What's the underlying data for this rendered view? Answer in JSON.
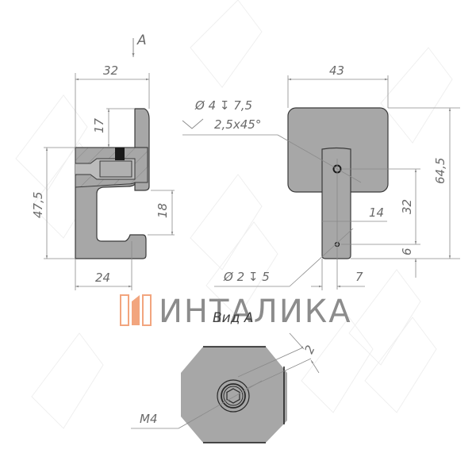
{
  "drawing": {
    "type": "technical-drawing",
    "subject": "bracket fitting with set screw, three views",
    "colors": {
      "part_fill": "#a7a7a7",
      "part_fill_light": "#b3b3b3",
      "outline": "#3a3a3a",
      "dim_line": "#8a8a8a",
      "dim_text": "#6a6a6a",
      "logo_orange": "#f2a57e",
      "logo_gray": "#8c8c8c",
      "watermark": "#eeeeee"
    },
    "side_view": {
      "view_arrow_label": "A",
      "dimensions": {
        "overall_width": "32",
        "top_height": "17",
        "overall_height": "47,5",
        "slot_height": "18",
        "bottom_width": "24"
      }
    },
    "front_view": {
      "dimensions": {
        "overall_width": "43",
        "overall_height": "64,5",
        "hole_spacing": "32",
        "stem_width": "14",
        "bottom_offset": "6",
        "half_width": "7"
      },
      "callouts": {
        "hole_large": "Ø 4 ↧ 7,5",
        "chamfer": "2,5x45°",
        "hole_small": "Ø 2 ↧ 5"
      }
    },
    "view_a": {
      "label": "Вид А",
      "dimensions": {
        "flat_offset": "2"
      },
      "callouts": {
        "thread": "M4"
      }
    }
  },
  "logo": {
    "text": "ИНТАЛИКА"
  }
}
